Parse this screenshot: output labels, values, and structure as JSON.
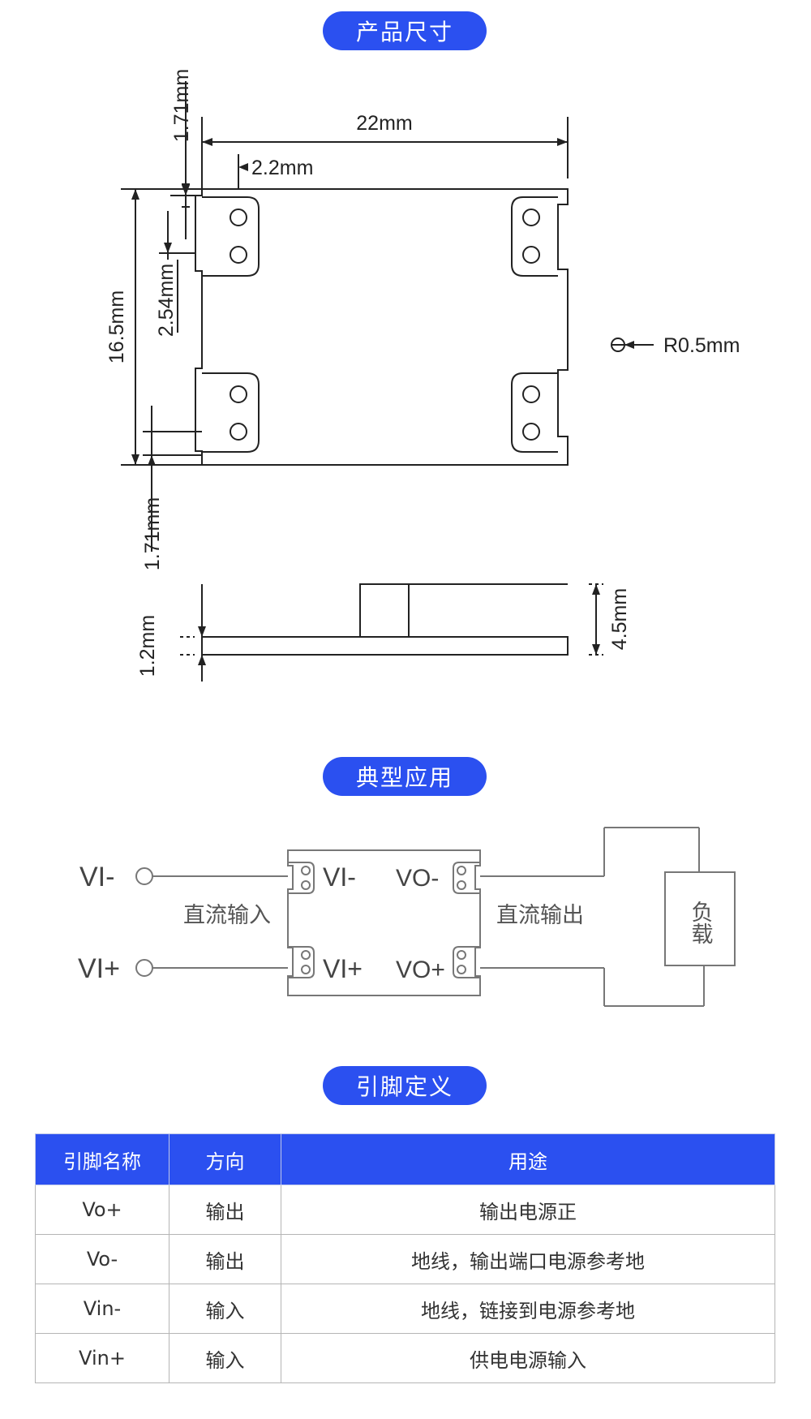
{
  "sections": {
    "dimensions_title": "产品尺寸",
    "application_title": "典型应用",
    "pins_title": "引脚定义"
  },
  "dimensions": {
    "width": "22mm",
    "height": "16.5mm",
    "pad_width": "2.2mm",
    "top_offset": "1.71mm",
    "bottom_offset": "1.71mm",
    "pitch": "2.54mm",
    "radius": "R0.5mm",
    "board_thickness": "1.2mm",
    "total_height": "4.5mm"
  },
  "application": {
    "vi_minus": "VI-",
    "vi_plus": "VI+",
    "module_vi_minus": "VI-",
    "module_vi_plus": "VI+",
    "module_vo_minus": "VO-",
    "module_vo_plus": "VO+",
    "dc_input": "直流输入",
    "dc_output": "直流输出",
    "load": "负载"
  },
  "pin_table": {
    "headers": [
      "引脚名称",
      "方向",
      "用途"
    ],
    "rows": [
      [
        "Vo+",
        "输出",
        "输出电源正"
      ],
      [
        "Vo-",
        "输出",
        "地线，输出端口电源参考地"
      ],
      [
        "Vin-",
        "输入",
        "地线，链接到电源参考地"
      ],
      [
        "Vin+",
        "输入",
        "供电电源输入"
      ]
    ]
  },
  "colors": {
    "accent": "#2b50f0",
    "line": "#222222",
    "diagram_line": "#777777"
  }
}
